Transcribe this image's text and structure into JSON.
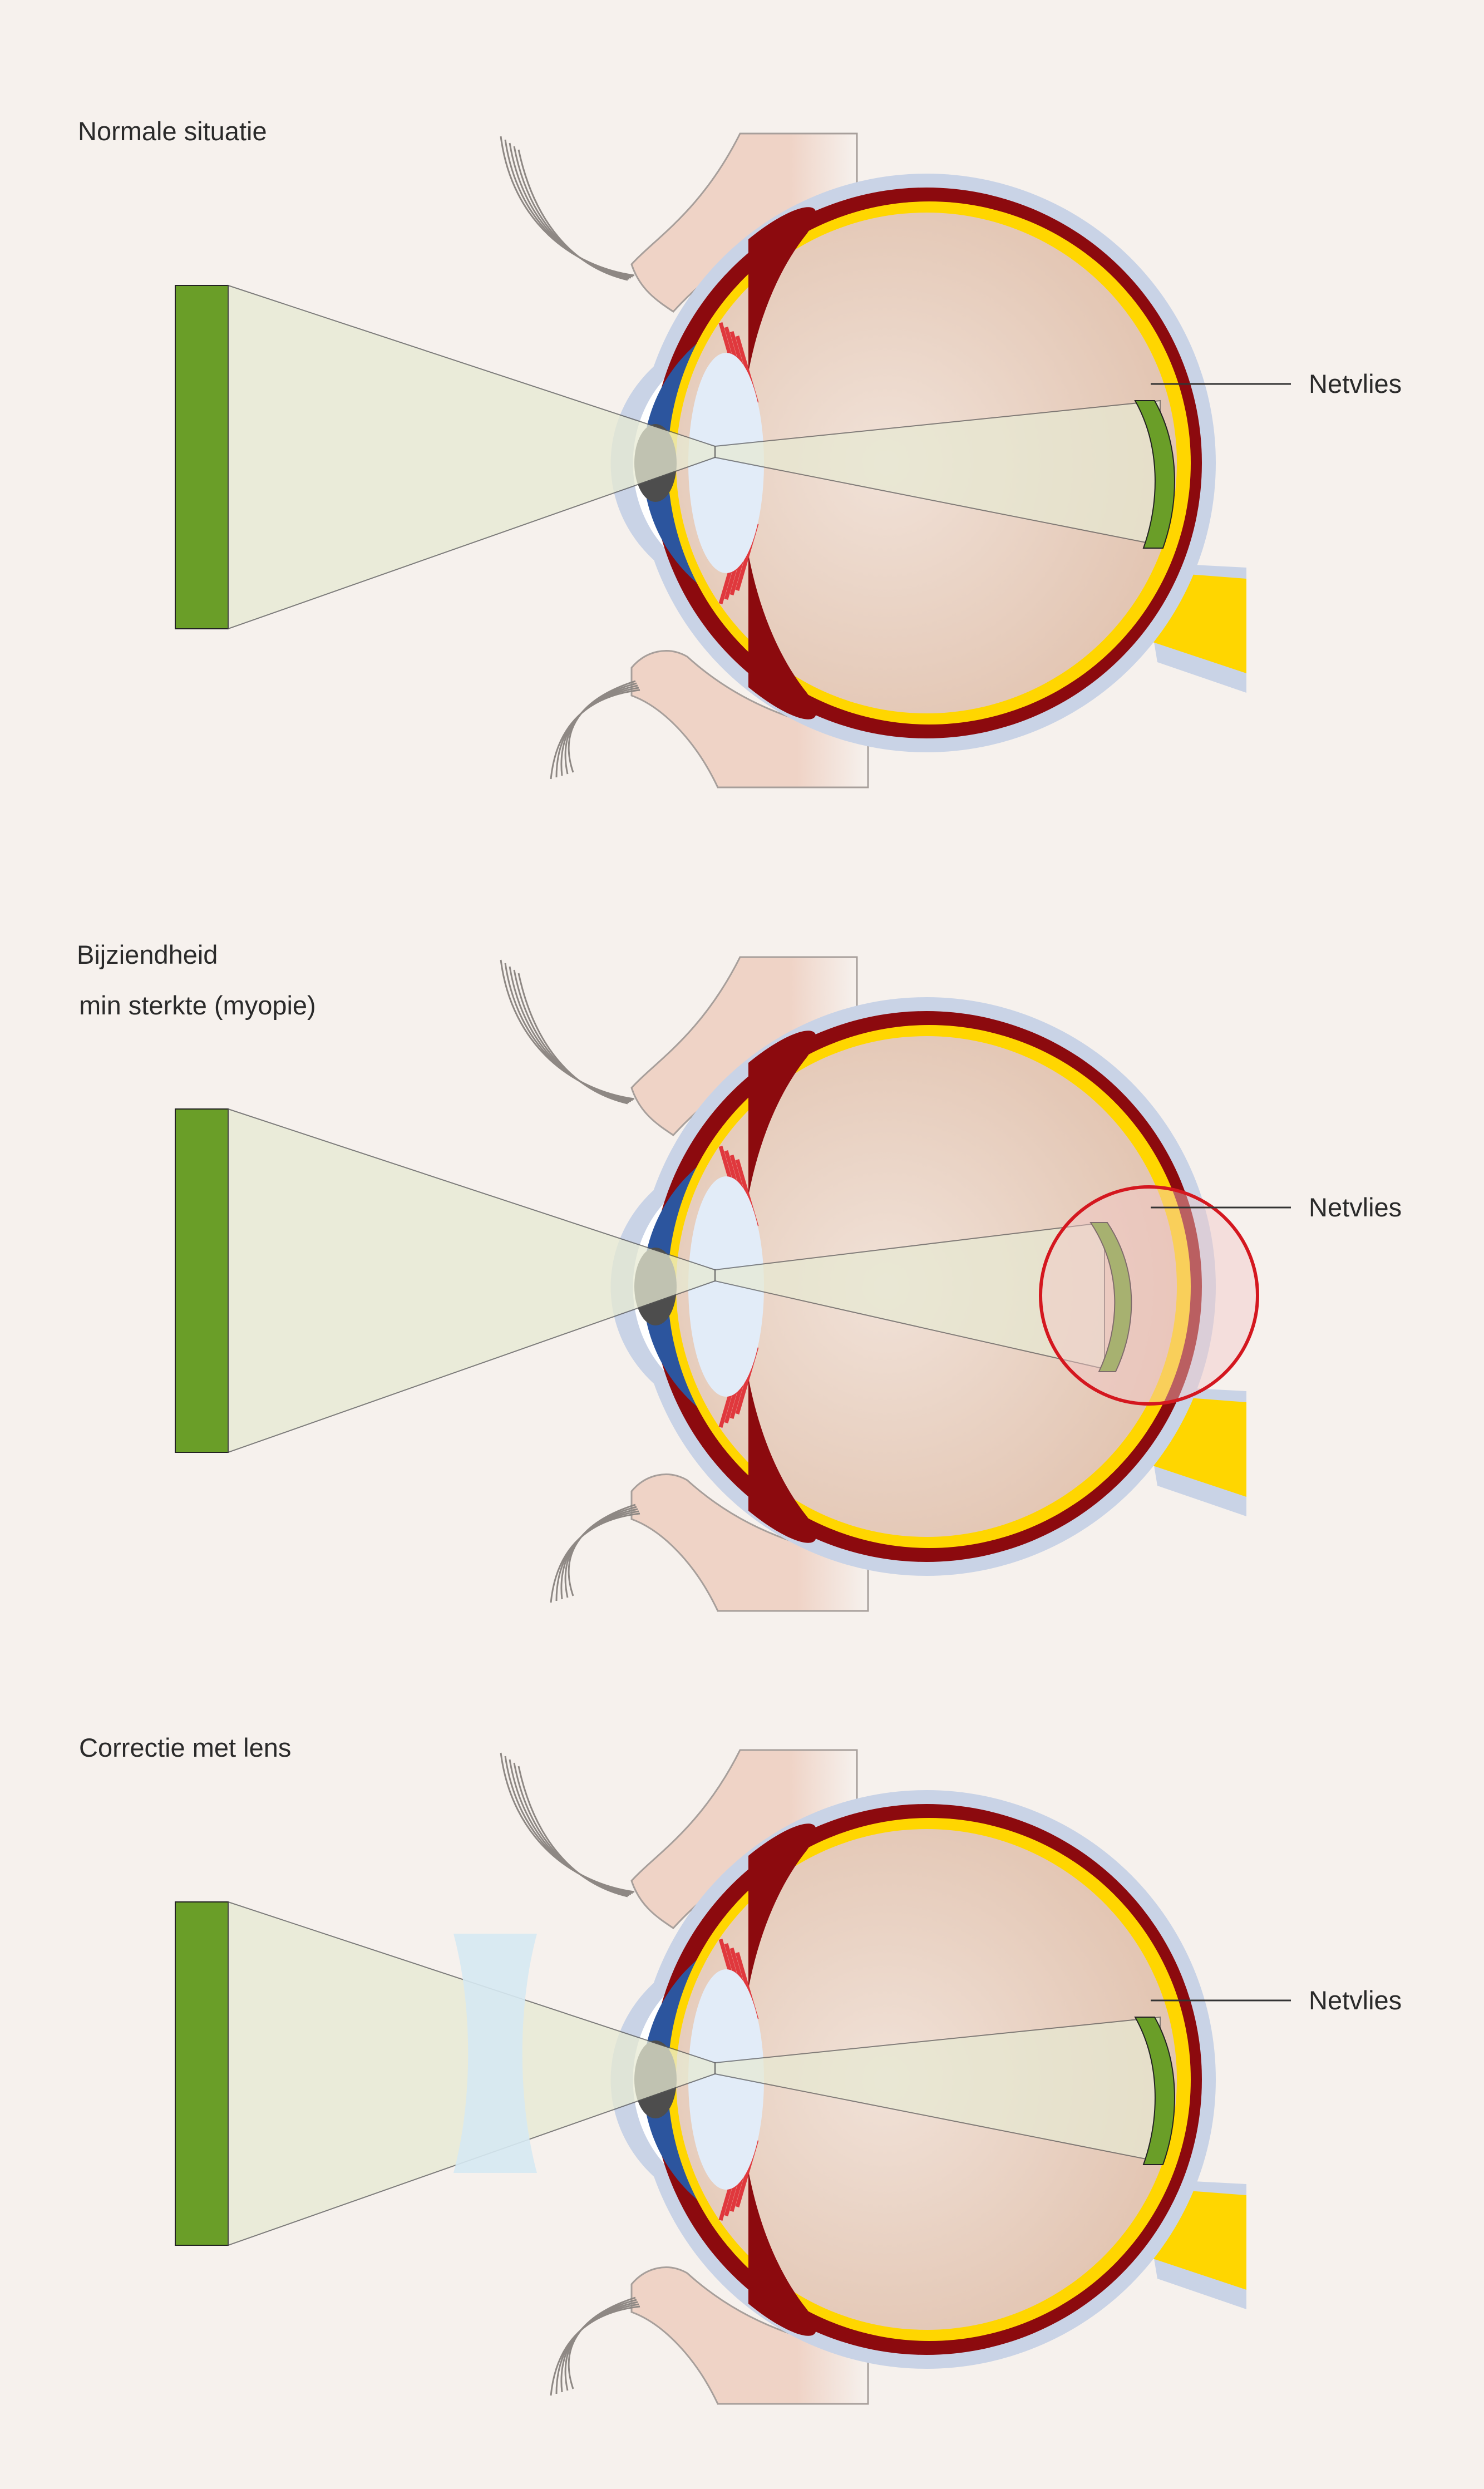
{
  "panels": [
    {
      "title_lines": [
        "Normale situatie"
      ],
      "retina_label": "Netvlies",
      "focus": "on-retina",
      "corrective_lens": false,
      "highlight_circle": false
    },
    {
      "title_lines": [
        "Bijziendheid",
        "min sterkte (myopie)"
      ],
      "retina_label": "Netvlies",
      "focus": "in-front-of-retina",
      "corrective_lens": false,
      "highlight_circle": true
    },
    {
      "title_lines": [
        "Correctie met lens"
      ],
      "retina_label": "Netvlies",
      "focus": "on-retina",
      "corrective_lens": true,
      "highlight_circle": false
    }
  ],
  "colors": {
    "background": "#f6f1ed",
    "object": "#6a9e28",
    "light_cone": "#e7ead3",
    "sclera_outer": "#c9d3e6",
    "choroid": "#8c0a0e",
    "retina": "#ffd600",
    "vitreous": "#e9d2c3",
    "iris": "#2c559e",
    "lens": "#e2ecf8",
    "cornea_pupil": "#4d4d4d",
    "skin": "#efd3c6",
    "optic_nerve": "#ffd600",
    "highlight": "#d4171f",
    "corrective_lens": "#d6e9f2"
  },
  "icons": [
    "eye-cross-section",
    "object-bar",
    "light-cone",
    "concave-lens",
    "highlight-circle"
  ]
}
